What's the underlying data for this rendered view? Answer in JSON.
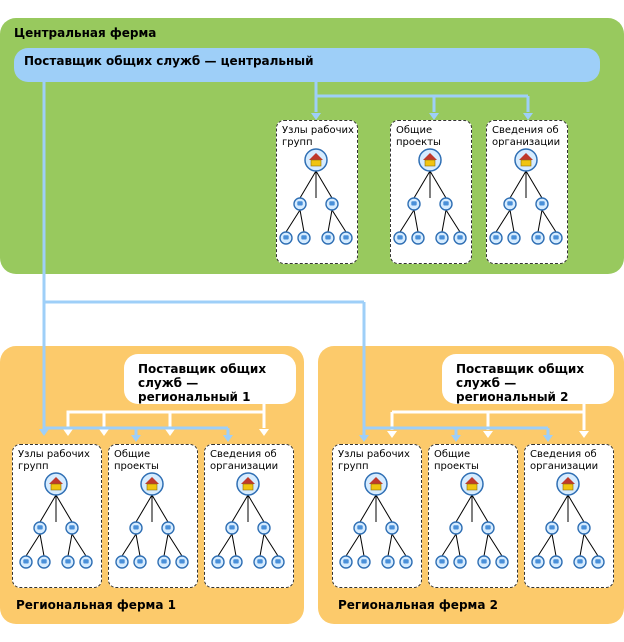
{
  "central_farm": {
    "title": "Центральная ферма",
    "ssp": "Поставщик общих служб — центральный",
    "sites": [
      {
        "label": "Узлы рабочих\nгрупп"
      },
      {
        "label": "Общие проекты"
      },
      {
        "label": "Сведения об\nорганизации"
      }
    ]
  },
  "regional_farm_1": {
    "title": "Региональная ферма 1",
    "ssp": "Поставщик общих\nслужб —\nрегиональный 1",
    "sites": [
      {
        "label": "Узлы рабочих\nгрупп"
      },
      {
        "label": "Общие проекты"
      },
      {
        "label": "Сведения об\nорганизации"
      }
    ]
  },
  "regional_farm_2": {
    "title": "Региональная ферма 2",
    "ssp": "Поставщик общих\nслужб —\nрегиональный 2",
    "sites": [
      {
        "label": "Узлы рабочих\nгрупп"
      },
      {
        "label": "Общие проекты"
      },
      {
        "label": "Сведения об\nорганизации"
      }
    ]
  },
  "colors": {
    "central_farm": "#98c95e",
    "regional_farm": "#fcca6b",
    "shared_services": "#9ecff8",
    "connector_blue": "#9ecff8",
    "connector_white": "#ffffff"
  },
  "icons": [
    "home-icon",
    "site-node-icon"
  ]
}
